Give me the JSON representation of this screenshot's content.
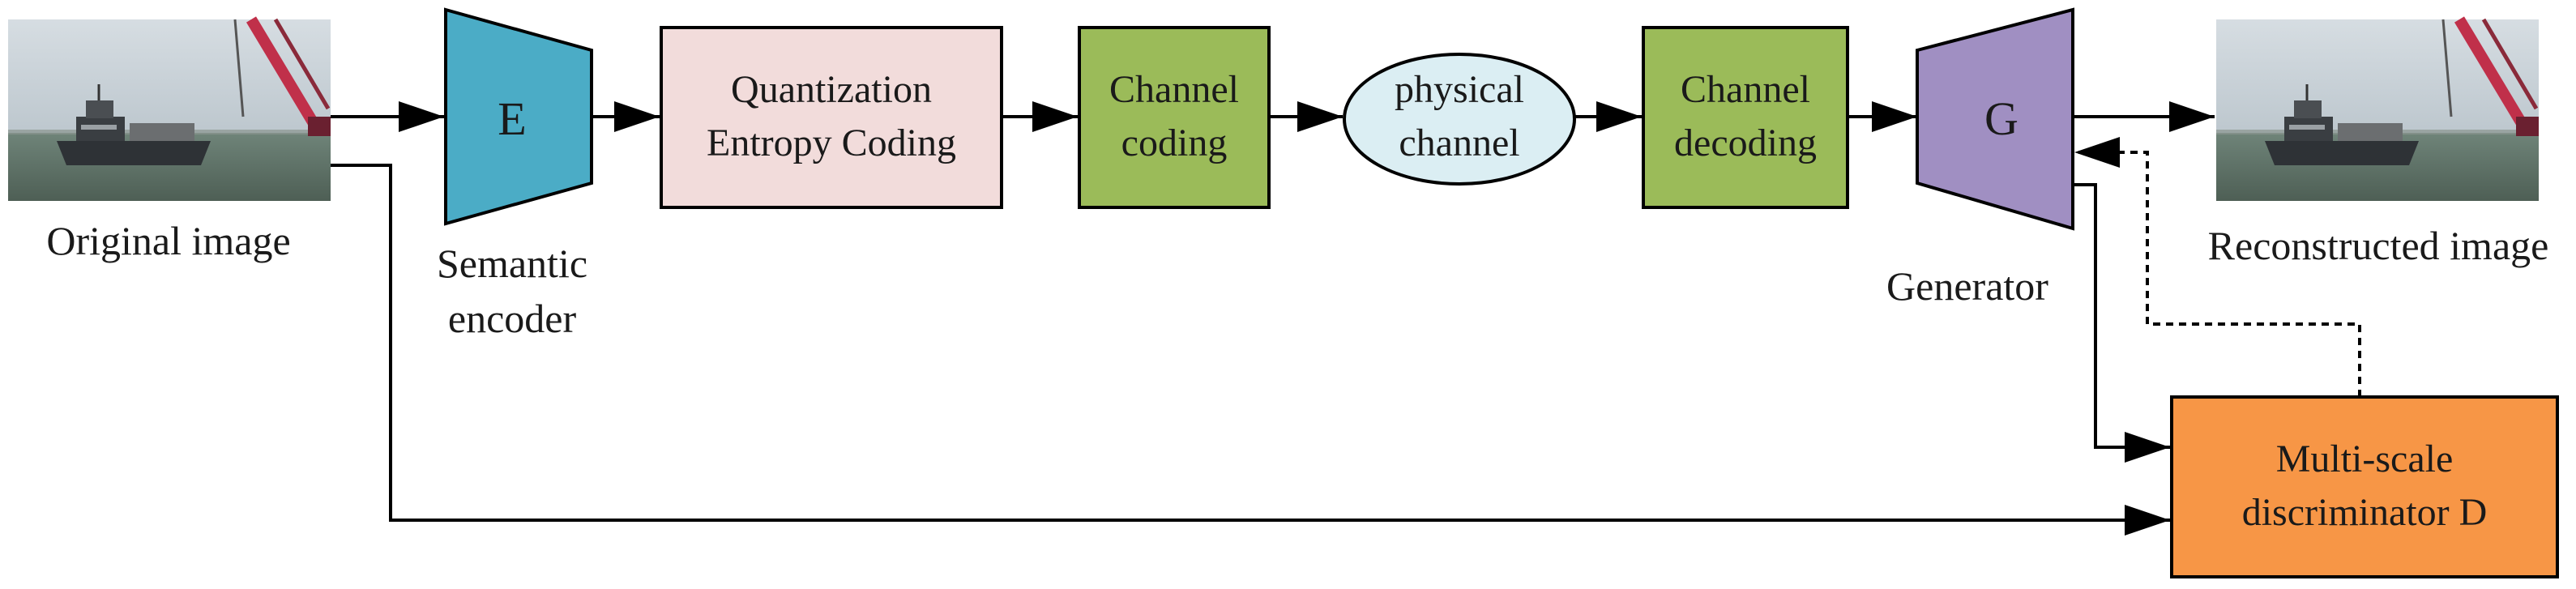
{
  "nodes": {
    "original_image": {
      "caption": "Original image"
    },
    "encoder": {
      "letter": "E",
      "caption_line1": "Semantic",
      "caption_line2": "encoder",
      "color": "#4bacc6"
    },
    "quantization": {
      "line1": "Quantization",
      "line2": "Entropy Coding",
      "color": "#f2dcdb"
    },
    "channel_coding": {
      "line1": "Channel",
      "line2": "coding",
      "color": "#9bbb59"
    },
    "physical_channel": {
      "line1": "physical",
      "line2": "channel",
      "color": "#dbeef3"
    },
    "channel_decoding": {
      "line1": "Channel",
      "line2": "decoding",
      "color": "#9bbb59"
    },
    "generator": {
      "letter": "G",
      "caption": "Generator",
      "color": "#a08fc2"
    },
    "reconstructed_image": {
      "caption": "Reconstructed image"
    },
    "discriminator": {
      "line1": "Multi-scale",
      "line2": "discriminator D",
      "color": "#f79646"
    }
  },
  "icons": {
    "original_image": "ship-photo-icon",
    "reconstructed_image": "ship-photo-icon"
  }
}
